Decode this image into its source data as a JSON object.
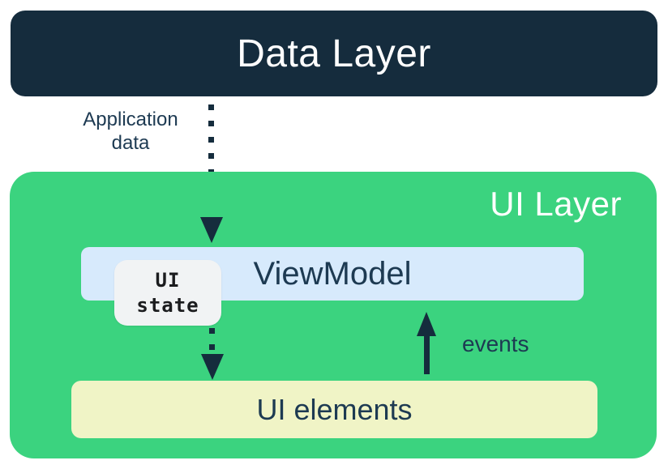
{
  "colors": {
    "navy_fill": "#152C3D",
    "text_navy": "#1D3A52",
    "green": "#3BD37F",
    "light_blue": "#D7EAFC",
    "cream": "#F0F4C6",
    "badge_gray": "#F1F3F4",
    "badge_text": "#1B1C1E",
    "white": "#FFFFFF"
  },
  "diagram": {
    "data_layer_label": "Data Layer",
    "application_data_label": "Application\ndata",
    "ui_layer_label": "UI Layer",
    "viewmodel_label": "ViewModel",
    "ui_state_label": "UI\nstate",
    "events_label": "events",
    "ui_elements_label": "UI elements"
  }
}
